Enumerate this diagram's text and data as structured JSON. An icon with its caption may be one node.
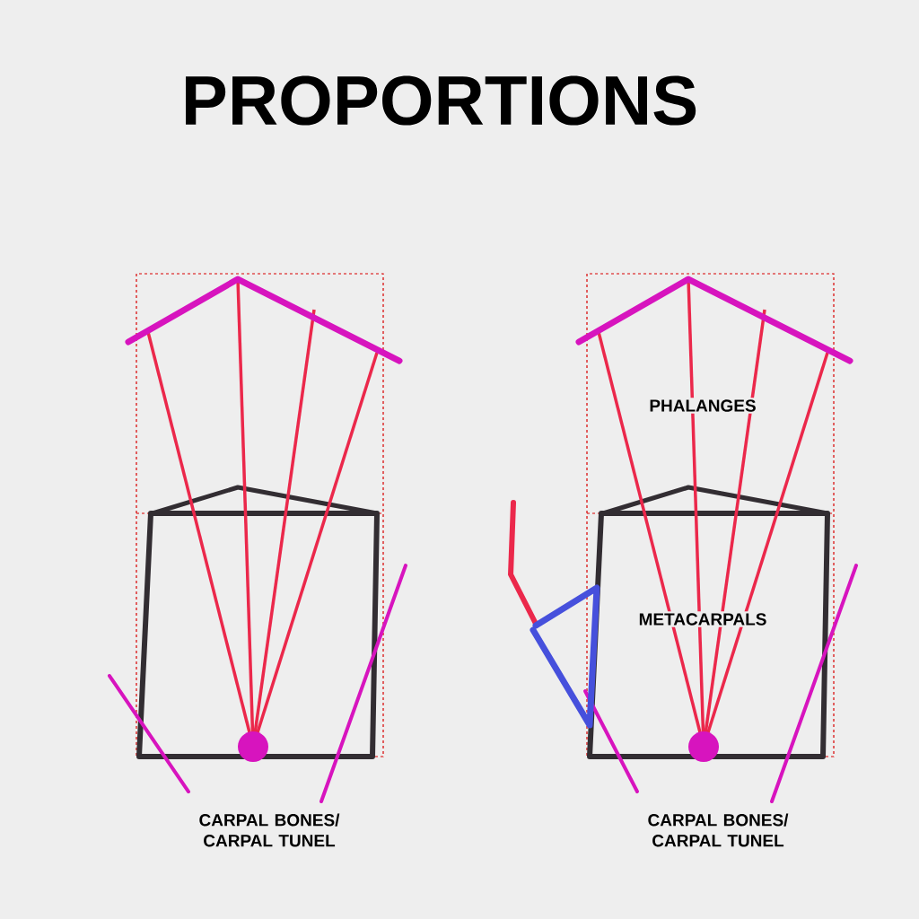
{
  "diagram": {
    "title": "PROPORTIONS",
    "labels": [
      "PHALANGES",
      "METACARPALS",
      "CARPAL BONES/ CARPAL TUNEL",
      "CARPAL BONES/ CARPAL TUNEL"
    ]
  }
}
